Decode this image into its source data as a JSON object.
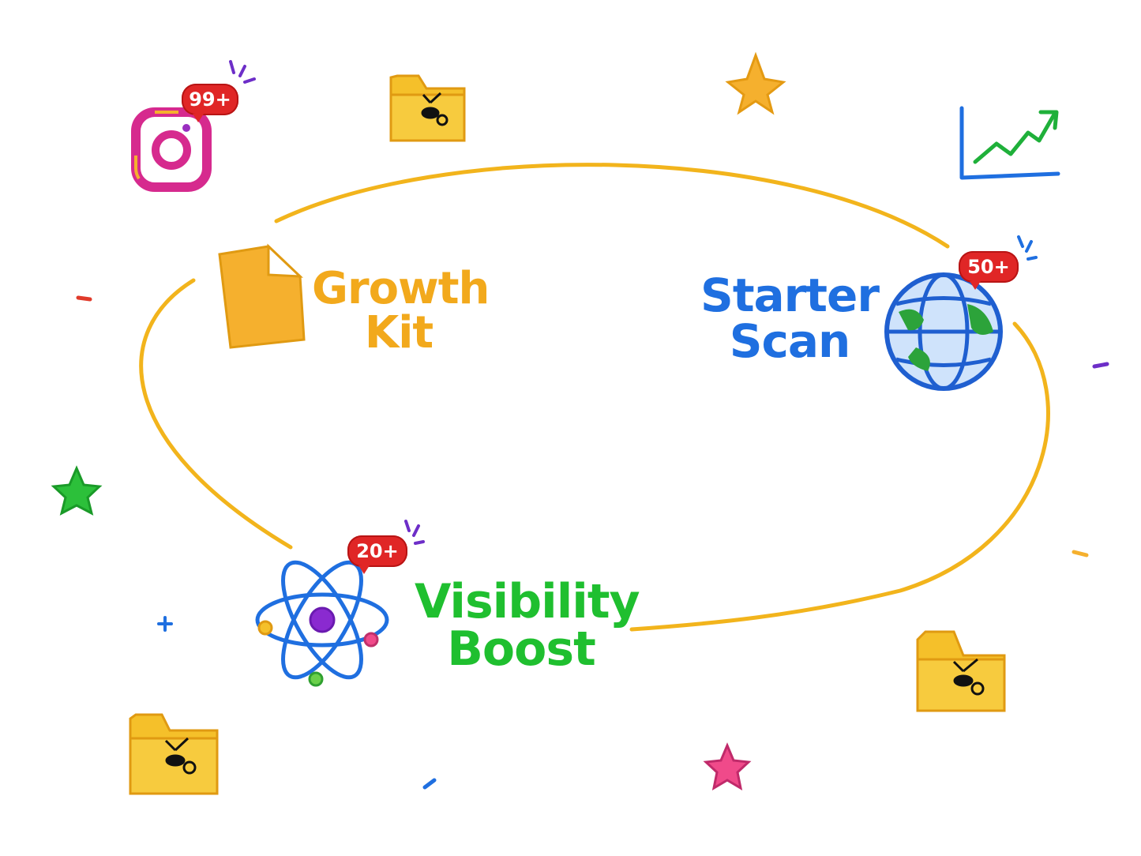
{
  "labels": {
    "growth_kit": [
      "Growth",
      "Kit"
    ],
    "starter_scan": [
      "Starter",
      "Scan"
    ],
    "visibility_boost": [
      "Visibility",
      "Boost"
    ]
  },
  "badges": {
    "instagram": "99+",
    "globe": "50+",
    "atom": "20+"
  },
  "colors": {
    "orbit": "#f2b41c",
    "growth": "#f2a91c",
    "starter": "#1f6fe0",
    "visibility": "#1fbf2f",
    "badge": "#e02626",
    "folder": "#f5c02a"
  },
  "icons": [
    "instagram-icon",
    "folder-icon",
    "star-icon",
    "chart-up-icon",
    "document-icon",
    "globe-icon",
    "atom-icon"
  ]
}
